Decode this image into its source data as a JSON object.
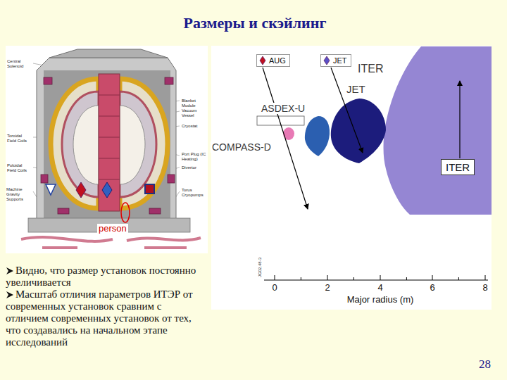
{
  "diagram": {
    "title": "Размеры и скэйлинг",
    "nodes": [
      {
        "text": [
          "AUG"
        ]
      },
      {
        "text": [
          "JET"
        ]
      },
      {
        "text": [
          "ITER"
        ]
      }
    ],
    "labels": [
      "Central Solenoid",
      "Blanket Module",
      "Vacuum Vessel",
      "Cryostat",
      "Toroidal Field Coils",
      "Poloidal Field Coils",
      "Port Plug (IC Heating)",
      "Divertor",
      "Machine Gravity Supports",
      "Torus Cryopumps",
      "person",
      "ITER",
      "JET",
      "ASDEX-U",
      "COMPASS-D",
      "JG02.48-3",
      "0",
      "2",
      "4",
      "6",
      "8",
      "Major radius (m)",
      "Видно, что размер установок постоянно увеличивается",
      "Масштаб отличия параметров ИТЭР от современных установок сравним с отличием современных установок от тех, что создавались на начальном этапе исследований",
      "28"
    ]
  }
}
